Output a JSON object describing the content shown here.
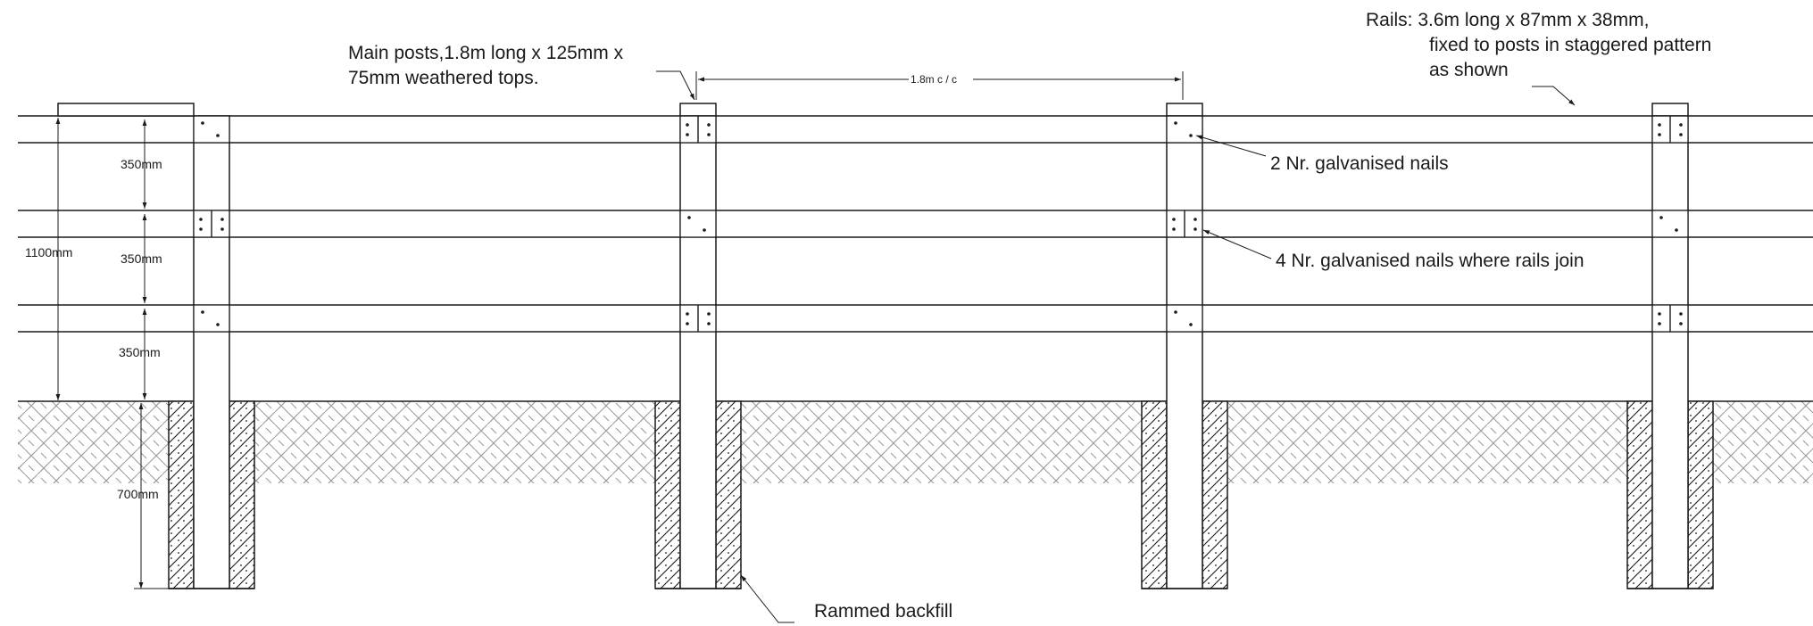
{
  "labels": {
    "main_posts_line1": "Main posts,1.8m long x 125mm x",
    "main_posts_line2": "75mm weathered tops.",
    "spacing": "1.8m c / c",
    "rails_line1": "Rails:  3.6m long x 87mm x 38mm,",
    "rails_line2": "fixed to posts in staggered pattern",
    "rails_line3": "as shown",
    "nails_2": "2 Nr. galvanised nails",
    "nails_4": "4 Nr. galvanised nails where rails join",
    "backfill": "Rammed backfill"
  },
  "dimensions": {
    "overall_height": "1100mm",
    "gap_1": "350mm",
    "gap_2": "350mm",
    "gap_3": "350mm",
    "embed_depth": "700mm"
  },
  "colors": {
    "line": "#1a1a1a",
    "ground_hatch": "#9a9a9a",
    "backfill_hatch": "#1a1a1a",
    "background": "#ffffff"
  }
}
